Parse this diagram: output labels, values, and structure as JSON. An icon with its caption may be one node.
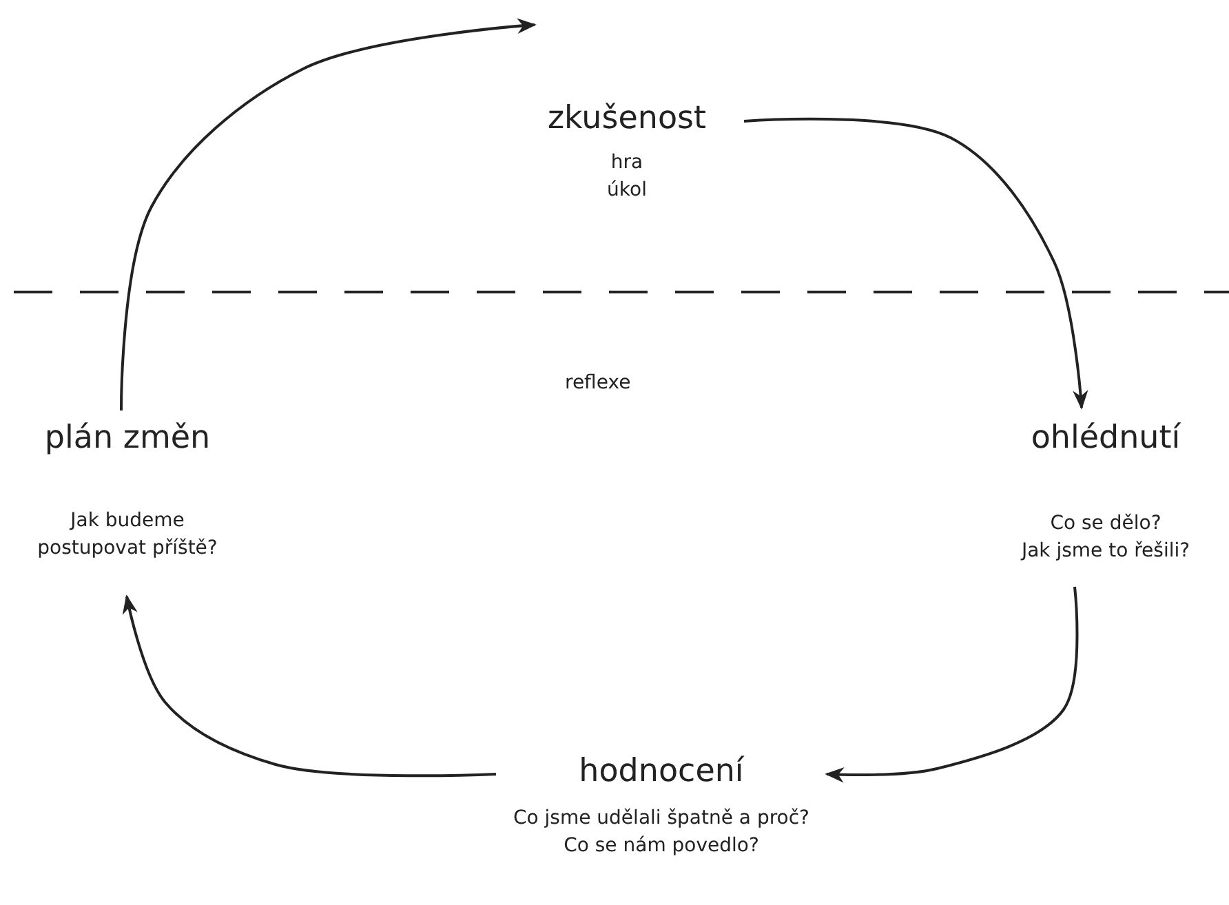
{
  "diagram": {
    "nodes": [
      {
        "text": [
          "zkušenost"
        ],
        "beside": [
          "hra úkol"
        ]
      },
      {
        "text": [
          "ohlédnutí"
        ],
        "beside": [
          "Co se dělo?",
          "Jak jsme to řešili?"
        ]
      },
      {
        "text": [
          "hodnocení"
        ],
        "beside": [
          "Co jsme udělali špatně a proč?",
          "Co se nám povedlo?"
        ]
      },
      {
        "text": [
          "plán změn"
        ],
        "beside": [
          "Jak budeme postupovat příště?"
        ]
      }
    ],
    "edges": [
      {
        "from": 0,
        "to": 1,
        "arrow": "to"
      },
      {
        "from": 1,
        "to": 2,
        "arrow": "to"
      },
      {
        "from": 2,
        "to": 3,
        "arrow": "to"
      },
      {
        "from": 3,
        "to": 0,
        "arrow": "to"
      }
    ],
    "labels": [
      "reflexe"
    ]
  }
}
